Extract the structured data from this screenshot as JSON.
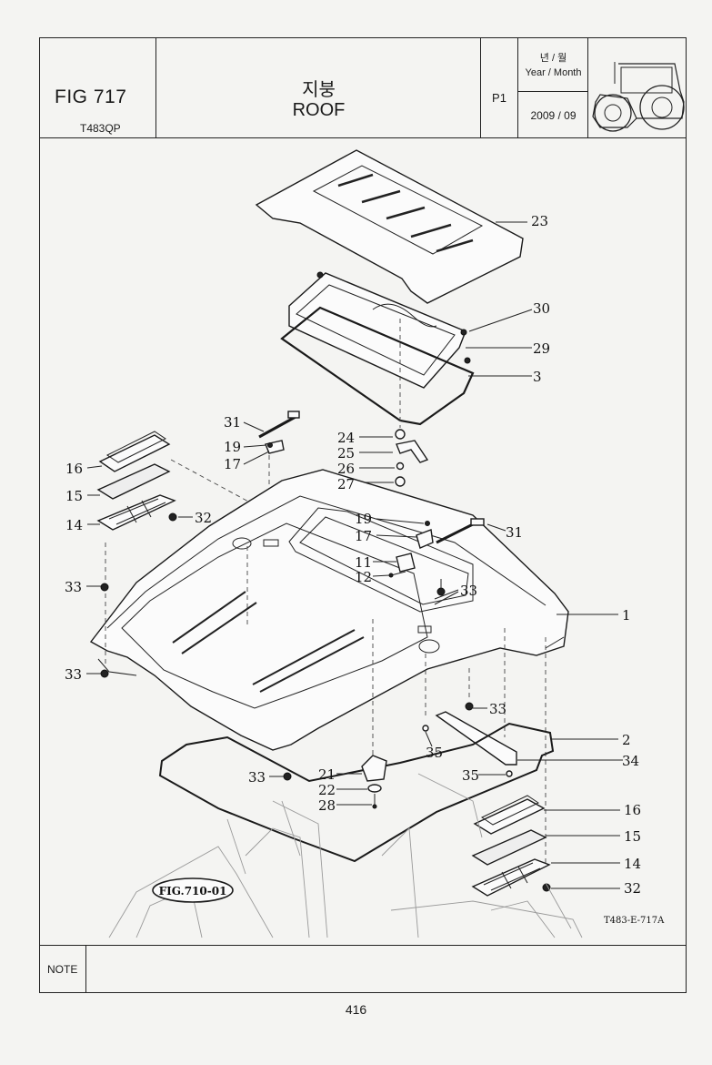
{
  "header": {
    "fig_code": "FIG 717",
    "model": "T483QP",
    "title_ko": "지붕",
    "title_en": "ROOF",
    "page_code": "P1",
    "year_month_label_ko": "년 / 월",
    "year_month_label_en": "Year / Month",
    "year_month_value": "2009  / 09"
  },
  "callouts": {
    "c23": "23",
    "c30": "30",
    "c29": "29",
    "c3": "3",
    "c31a": "31",
    "c19a": "19",
    "c17a": "17",
    "c24": "24",
    "c25": "25",
    "c26": "26",
    "c27": "27",
    "c16a": "16",
    "c15a": "15",
    "c14a": "14",
    "c32a": "32",
    "c19b": "19",
    "c17b": "17",
    "c31b": "31",
    "c11": "11",
    "c12": "12",
    "c33a": "33",
    "c33b": "33",
    "c33c": "33",
    "c1": "1",
    "c33d": "33",
    "c2": "2",
    "c35a": "35",
    "c34": "34",
    "c35b": "35",
    "c33e": "33",
    "c21": "21",
    "c22": "22",
    "c28": "28",
    "c16b": "16",
    "c15b": "15",
    "c14b": "14",
    "c32b": "32"
  },
  "reference": "FIG.710-01",
  "drawing_code": "T483-E-717A",
  "note_label": "NOTE",
  "page_number": "416"
}
